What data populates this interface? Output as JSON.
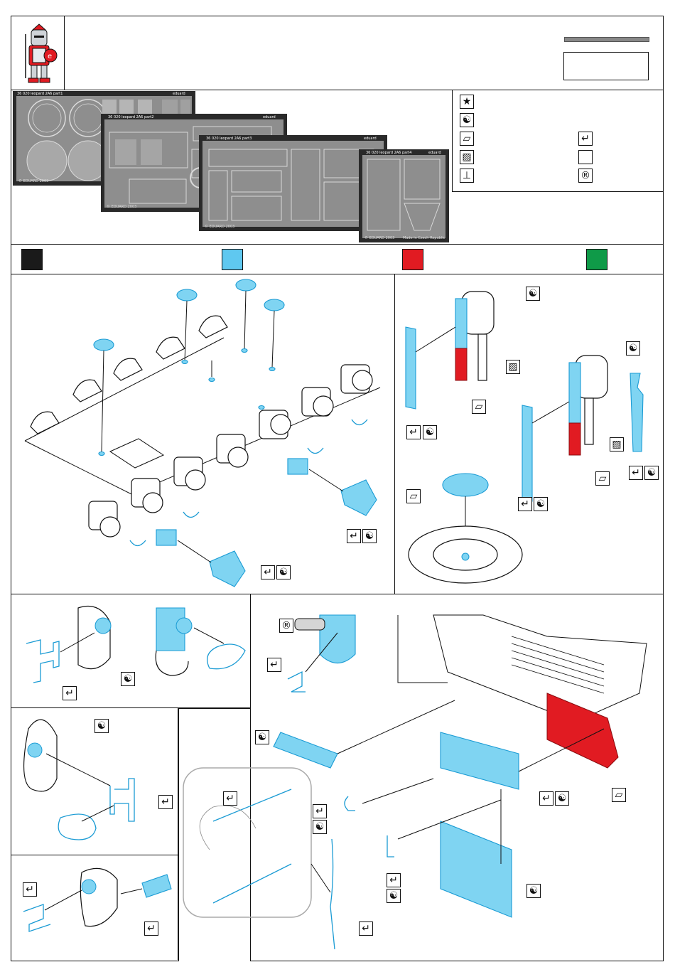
{
  "header": {
    "mascot": "knight-mascot-logo",
    "title_bar_color": "#888888",
    "code_box_text": ""
  },
  "photo_etch_sheets": [
    {
      "label": "36 020  leopard 2A6  part1",
      "brand": "eduard",
      "footer": "© EDUARD 2003"
    },
    {
      "label": "36 020  leopard 2A6  part2",
      "brand": "eduard",
      "footer": "© EDUARD 2003"
    },
    {
      "label": "36 020  leopard 2A6  part3",
      "brand": "eduard",
      "footer": "© EDUARD 2003"
    },
    {
      "label": "36 020  leopard 2A6  part4",
      "brand": "eduard",
      "footer": "© EDUARD 2003"
    }
  ],
  "plate4_caption": "Made in Czech Republic",
  "legend": {
    "symbols": [
      {
        "icon": "star-icon",
        "glyph": "★"
      },
      {
        "icon": "yin-yang-icon",
        "glyph": "☯"
      },
      {
        "icon": "flat-part-icon",
        "glyph": "▱"
      },
      {
        "icon": "hatched-icon",
        "glyph": "▨"
      },
      {
        "icon": "drill-icon",
        "glyph": "⊥"
      },
      {
        "icon": "bend-icon",
        "glyph": "↵"
      },
      {
        "icon": "empty-box-icon",
        "glyph": ""
      },
      {
        "icon": "registered-icon",
        "glyph": "®"
      }
    ]
  },
  "color_palette": [
    {
      "name": "black",
      "hex": "#1a1a1a"
    },
    {
      "name": "light-blue",
      "hex": "#5fc8f0"
    },
    {
      "name": "red",
      "hex": "#e11b22"
    },
    {
      "name": "green",
      "hex": "#0f9a48"
    }
  ],
  "step_glyphs": {
    "bend": "↵",
    "yin_yang": "☯",
    "flat": "▱",
    "hatched": "▨",
    "registered": "®"
  }
}
